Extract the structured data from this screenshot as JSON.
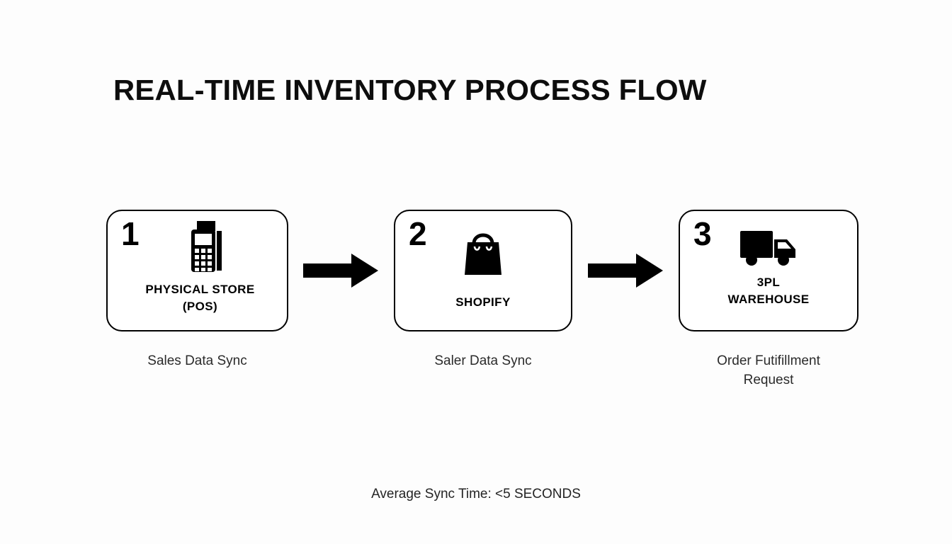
{
  "page": {
    "title": "REAL-TIME INVENTORY PROCESS FLOW",
    "background_color": "#fdfdfd",
    "ink_color": "#000000"
  },
  "steps": [
    {
      "number": "1",
      "icon": "pos-terminal-icon",
      "label_line1": "PHYSICAL STORE",
      "label_line2": "(POS)",
      "caption_line1": "Sales Data Sync",
      "caption_line2": ""
    },
    {
      "number": "2",
      "icon": "shopping-bag-icon",
      "label_line1": "SHOPIFY",
      "label_line2": "",
      "caption_line1": "Saler Data Sync",
      "caption_line2": ""
    },
    {
      "number": "3",
      "icon": "delivery-truck-icon",
      "label_line1": "3PL",
      "label_line2": "WAREHOUSE",
      "caption_line1": "Order Futifillment",
      "caption_line2": "Request"
    }
  ],
  "connectors": [
    {
      "name": "arrow-right-icon",
      "from": "1",
      "to": "2"
    },
    {
      "name": "arrow-right-icon",
      "from": "2",
      "to": "3"
    }
  ],
  "footer": {
    "note": "Average Sync Time: <5 SECONDS"
  }
}
